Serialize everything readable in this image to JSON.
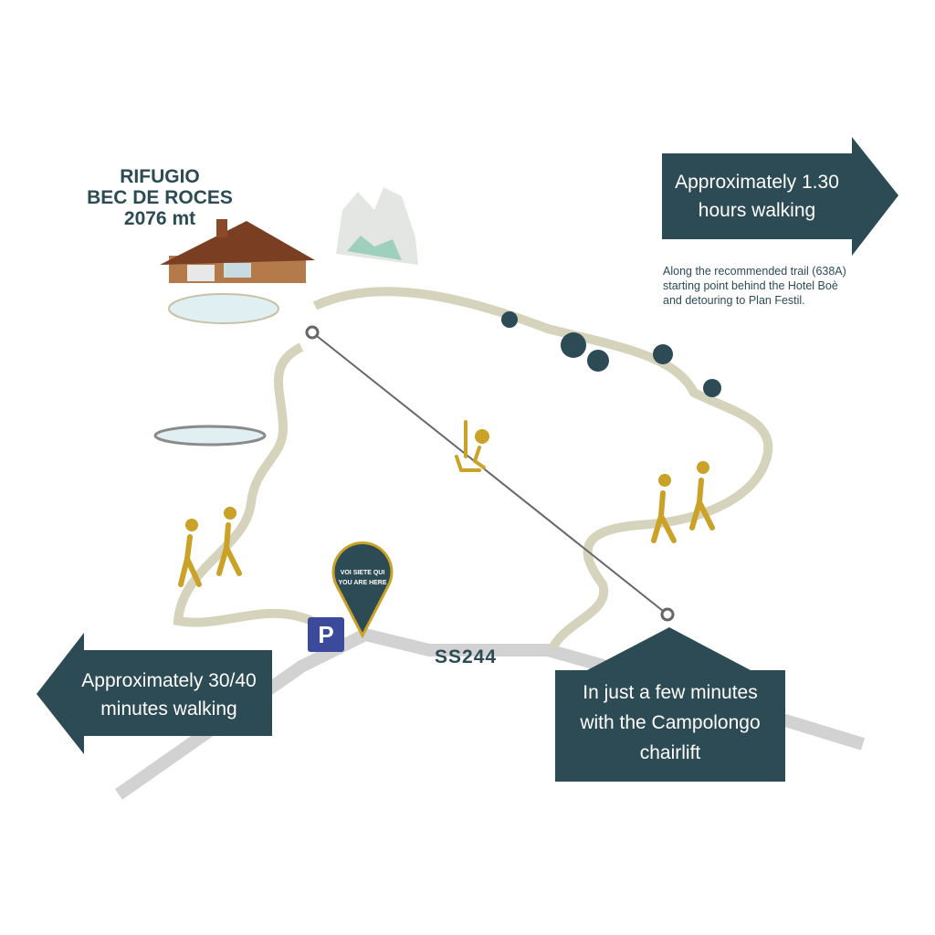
{
  "colors": {
    "accent": "#2c4b55",
    "gold": "#c9a227",
    "trail": "#d5d3bb",
    "road": "#d2d2d2",
    "parking": "#3b4a9a"
  },
  "hut": {
    "name_line1": "RIFUGIO",
    "name_line2": "BEC DE ROCES",
    "altitude": "2076 mt"
  },
  "callouts": {
    "right_arrow": {
      "line1": "Approximately 1.30",
      "line2": "hours walking"
    },
    "right_note": {
      "line1": "Along the recommended trail (638A)",
      "line2": "starting point behind the Hotel Boè",
      "line3": "and detouring to Plan Festil."
    },
    "left_arrow": {
      "line1": "Approximately 30/40",
      "line2": "minutes walking"
    },
    "chairlift": {
      "line1": "In just a few minutes",
      "line2": "with the Campolongo",
      "line3": "chairlift"
    }
  },
  "pin": {
    "line1": "VOI SIETE QUI",
    "line2": "YOU ARE HERE"
  },
  "parking": {
    "label": "P"
  },
  "road": {
    "label": "SS244"
  }
}
